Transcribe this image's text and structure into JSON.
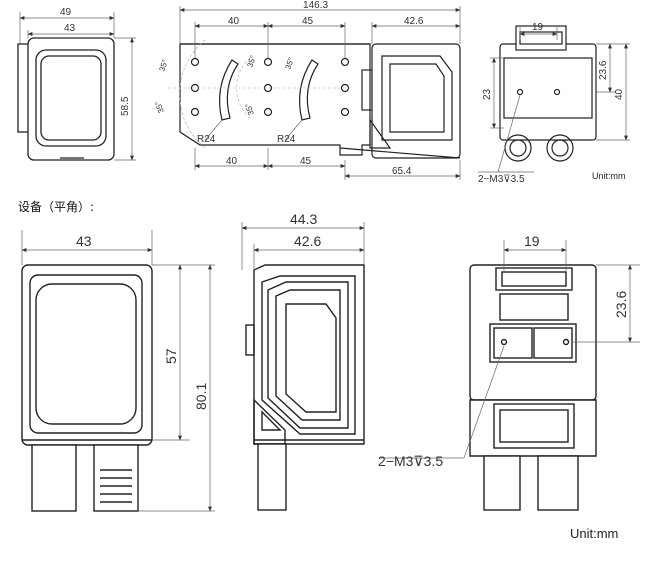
{
  "section_label": "设备（平角）:",
  "unit_top": "Unit:mm",
  "unit_bottom": "Unit:mm",
  "top_row": {
    "front": {
      "w_outer": "49",
      "w_inner": "43",
      "h": "58.5"
    },
    "bracket": {
      "total": "146.3",
      "a1": "40",
      "a2": "45",
      "a3": "42.6",
      "b1": "40",
      "b2": "45",
      "b3": "65.4",
      "r1": "R24",
      "r2": "R24",
      "ang1": "35°",
      "ang2": "35°",
      "ang3": "35°",
      "ang4": "35°",
      "ang5": "35°"
    },
    "side": {
      "w": "19",
      "h1": "23.6",
      "h2": "40",
      "h3": "23",
      "hole": "2−M3⊽3.5"
    }
  },
  "bottom_row": {
    "front": {
      "w": "43",
      "h1": "57",
      "h2": "80.1"
    },
    "side": {
      "w1": "44.3",
      "w2": "42.6"
    },
    "back": {
      "w": "19",
      "h": "23.6",
      "hole": "2−M3⊽3.5"
    }
  }
}
